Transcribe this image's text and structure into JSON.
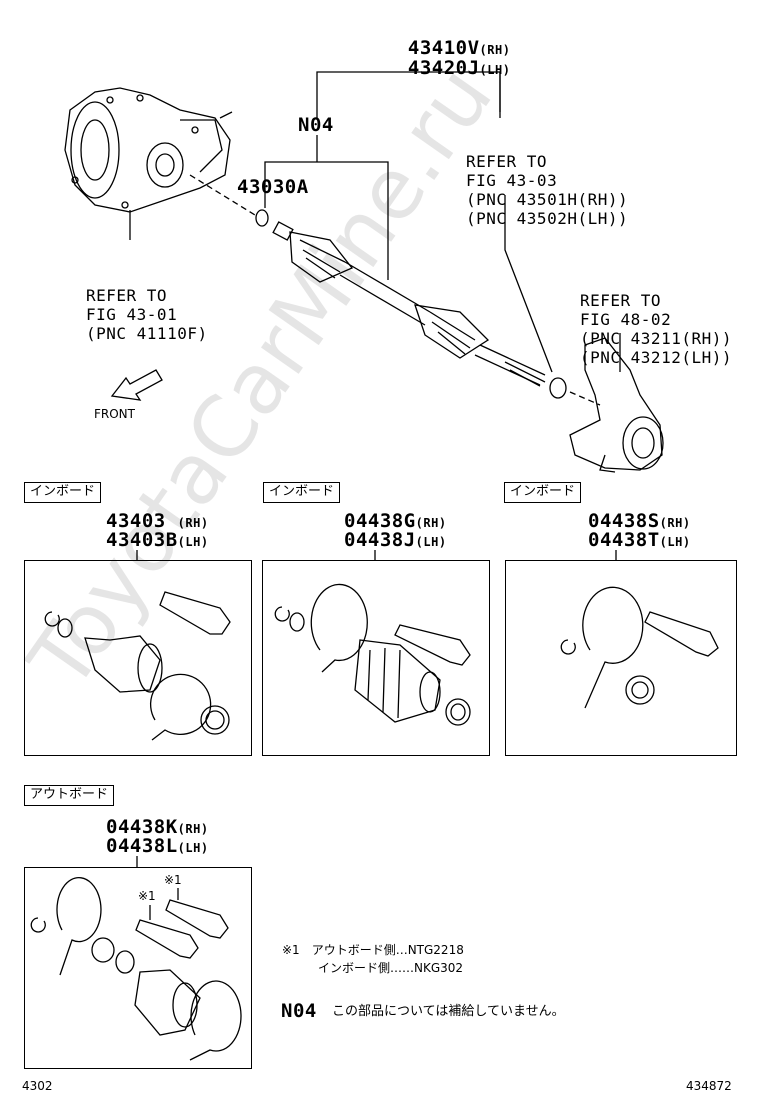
{
  "assembly": {
    "pn_rh": "43410V",
    "rh_tag": "(RH)",
    "pn_lh": "43420J",
    "lh_tag": "(LH)"
  },
  "n04_label": "N04",
  "part_43030a": "43030A",
  "refer_43_03": [
    "REFER TO",
    "FIG 43-03",
    "(PNC 43501H(RH))",
    "(PNC 43502H(LH))"
  ],
  "refer_43_01": [
    "REFER TO",
    "FIG 43-01",
    "(PNC 41110F)"
  ],
  "refer_48_02": [
    "REFER TO",
    "FIG 48-02",
    "(PNC 43211(RH))",
    "(PNC 43212(LH))"
  ],
  "front_label": "FRONT",
  "kits": [
    {
      "tag": "インボード",
      "pn_rh": "43403",
      "rh_tag": "(RH)",
      "pn_lh": "43403B",
      "lh_tag": "(LH)"
    },
    {
      "tag": "インボード",
      "pn_rh": "04438G",
      "rh_tag": "(RH)",
      "pn_lh": "04438J",
      "lh_tag": "(LH)"
    },
    {
      "tag": "インボード",
      "pn_rh": "04438S",
      "rh_tag": "(RH)",
      "pn_lh": "04438T",
      "lh_tag": "(LH)"
    },
    {
      "tag": "アウトボード",
      "pn_rh": "04438K",
      "rh_tag": "(RH)",
      "pn_lh": "04438L",
      "lh_tag": "(LH)"
    }
  ],
  "star_mark": "※1",
  "notes": {
    "star_line1": "※1　アウトボード側…NTG2218",
    "star_line2": "インボード側……NKG302",
    "n04_key": "N04",
    "n04_text": "この部品については補給していません。"
  },
  "footer": {
    "left": "4302",
    "right": "434872"
  },
  "watermark": "ToyotaCarMine.ru"
}
